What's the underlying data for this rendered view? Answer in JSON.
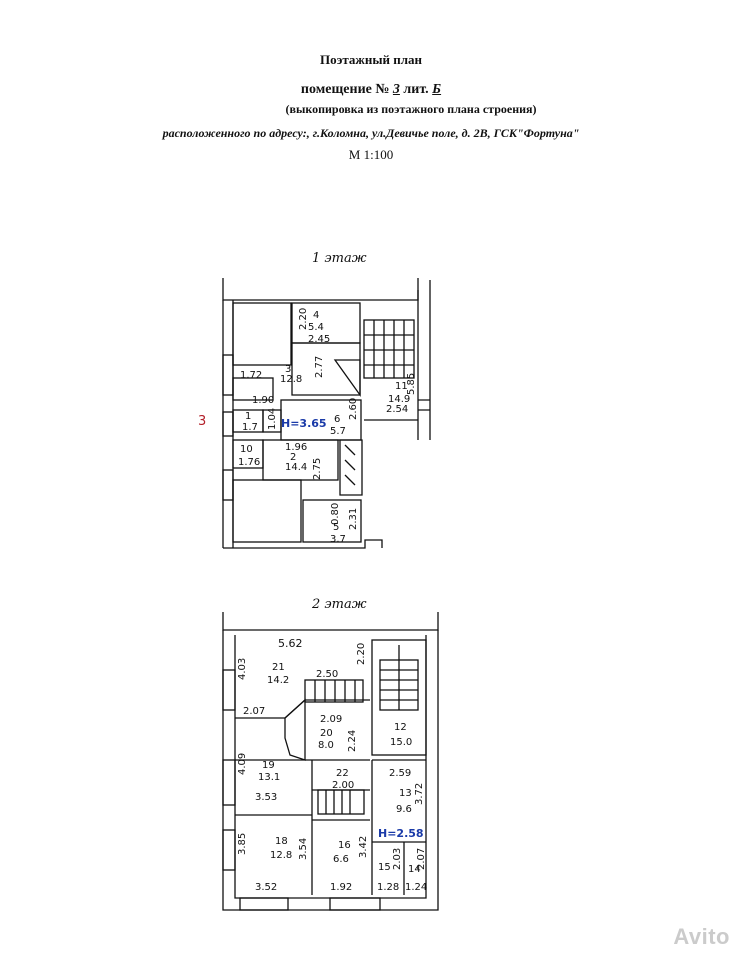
{
  "header": {
    "title": "Поэтажный план",
    "premises_prefix": "помещение  №",
    "premises_number": "3",
    "lit_prefix": "лит.",
    "lit_value": "Б",
    "subtitle": "(выкопировка из поэтажного плана строения)",
    "address": "расположенного по адресу:, г.Коломна, ул.Девичье поле, д. 2В, ГСК\"Фортуна\"",
    "scale": "М 1:100"
  },
  "floor1": {
    "heading": "1 этаж",
    "marker": "3",
    "height_label": "Н=3.65",
    "labels": {
      "d_220": "2.20",
      "r4_num": "4",
      "r4_area": "5.4",
      "d_245": "2.45",
      "d_172": "1.72",
      "r3_num": "3",
      "r3_area": "12.8",
      "d_277": "2.77",
      "d_190": "1.90",
      "r11_num": "11",
      "r11_area": "14.9",
      "d_585": "5.85",
      "d_254": "2.54",
      "r1_num": "1",
      "r1_area": "1.7",
      "d_104": "1.04",
      "r6_num": "6",
      "r6_area": "5.7",
      "d_260": "2.60",
      "r10_num": "10",
      "d_176": "1.76",
      "d_196": "1.96",
      "r2_num": "2",
      "r2_area": "14.4",
      "d_275": "2.75",
      "d_080": "0.80",
      "r5_num": "5",
      "r5_area": "3.7",
      "d_231": "2.31"
    }
  },
  "floor2": {
    "heading": "2 этаж",
    "height_label": "Н=2.58",
    "labels": {
      "d_562": "5.62",
      "d_220": "2.20",
      "d_403": "4.03",
      "r21_num": "21",
      "r21_area": "14.2",
      "d_250": "2.50",
      "d_207": "2.07",
      "d_209": "2.09",
      "r20_num": "20",
      "r20_area": "8.0",
      "d_224": "2.24",
      "r12_num": "12",
      "r12_area": "15.0",
      "d_409": "4.09",
      "r19_num": "19",
      "r19_area": "13.1",
      "d_353": "3.53",
      "r22_num": "22",
      "d_200": "2.00",
      "d_259": "2.59",
      "r13_num": "13",
      "r13_area": "9.6",
      "d_372": "3.72",
      "d_385": "3.85",
      "r18_num": "18",
      "r18_area": "12.8",
      "d_354": "3.54",
      "r16_num": "16",
      "r16_area": "6.6",
      "d_342": "3.42",
      "r15_num": "15",
      "d_203": "2.03",
      "r14_num": "14",
      "d_207b": "2.07",
      "d_352": "3.52",
      "d_192": "1.92",
      "d_128": "1.28",
      "d_124": "1.24"
    }
  },
  "watermark": "Avito"
}
